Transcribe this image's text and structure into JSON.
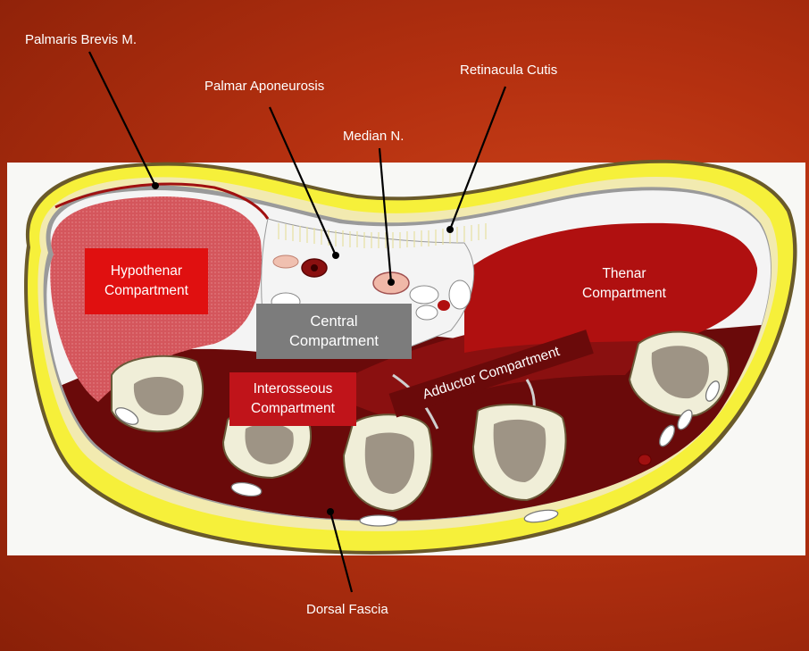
{
  "labels": {
    "palmaris_brevis": "Palmaris Brevis M.",
    "palmar_aponeurosis": "Palmar Aponeurosis",
    "median_nerve": "Median N.",
    "retinacula_cutis": "Retinacula Cutis",
    "dorsal_fascia": "Dorsal Fascia"
  },
  "compartments": {
    "hypothenar": [
      "Hypothenar",
      "Compartment"
    ],
    "thenar": [
      "Thenar",
      "Compartment"
    ],
    "central": [
      "Central",
      "Compartment"
    ],
    "interosseous": [
      "Interosseous",
      "Compartment"
    ],
    "adductor": "Adductor Compartment"
  },
  "colors": {
    "background": "#b43010",
    "skin_yellow": "#f6f03a",
    "muscle_dark": "#6a0a0a",
    "muscle_red": "#b01010",
    "hypothenar_pink": "#d4565c",
    "bone": "#9e9485",
    "central_box": "#7c7c7c",
    "label_box_red": "#e01010"
  }
}
